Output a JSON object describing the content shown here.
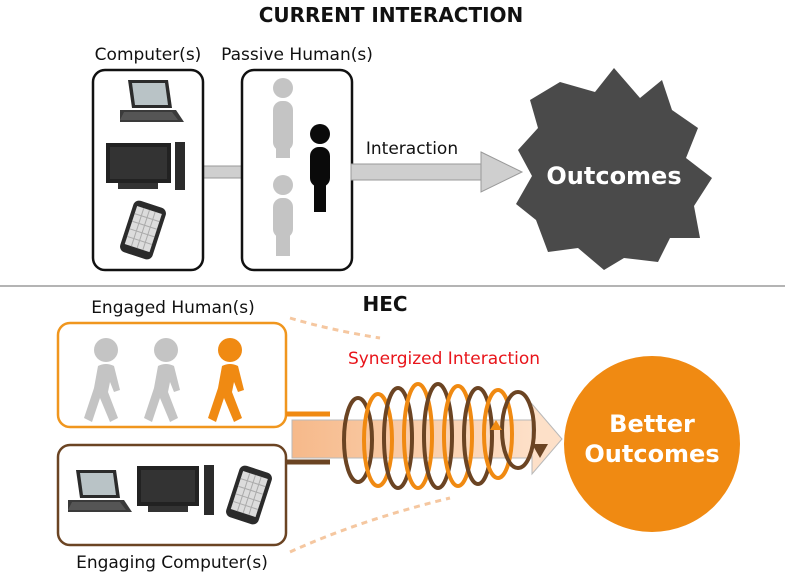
{
  "top": {
    "title": "CURRENT INTERACTION",
    "computers_label": "Computer(s)",
    "humans_label": "Passive Human(s)",
    "interaction_label": "Interaction",
    "outcome_label": "Outcomes"
  },
  "bottom": {
    "title": "HEC",
    "humans_label": "Engaged Human(s)",
    "computers_label": "Engaging Computer(s)",
    "interaction_label": "Synergized Interaction",
    "outcome_line1": "Better",
    "outcome_line2": "Outcomes"
  },
  "colors": {
    "orange": "#f08a12",
    "brown": "#6b4423",
    "gray_blob": "#4a4a4a",
    "light_gray": "#c8c8c8",
    "red_text": "#e8141a"
  }
}
